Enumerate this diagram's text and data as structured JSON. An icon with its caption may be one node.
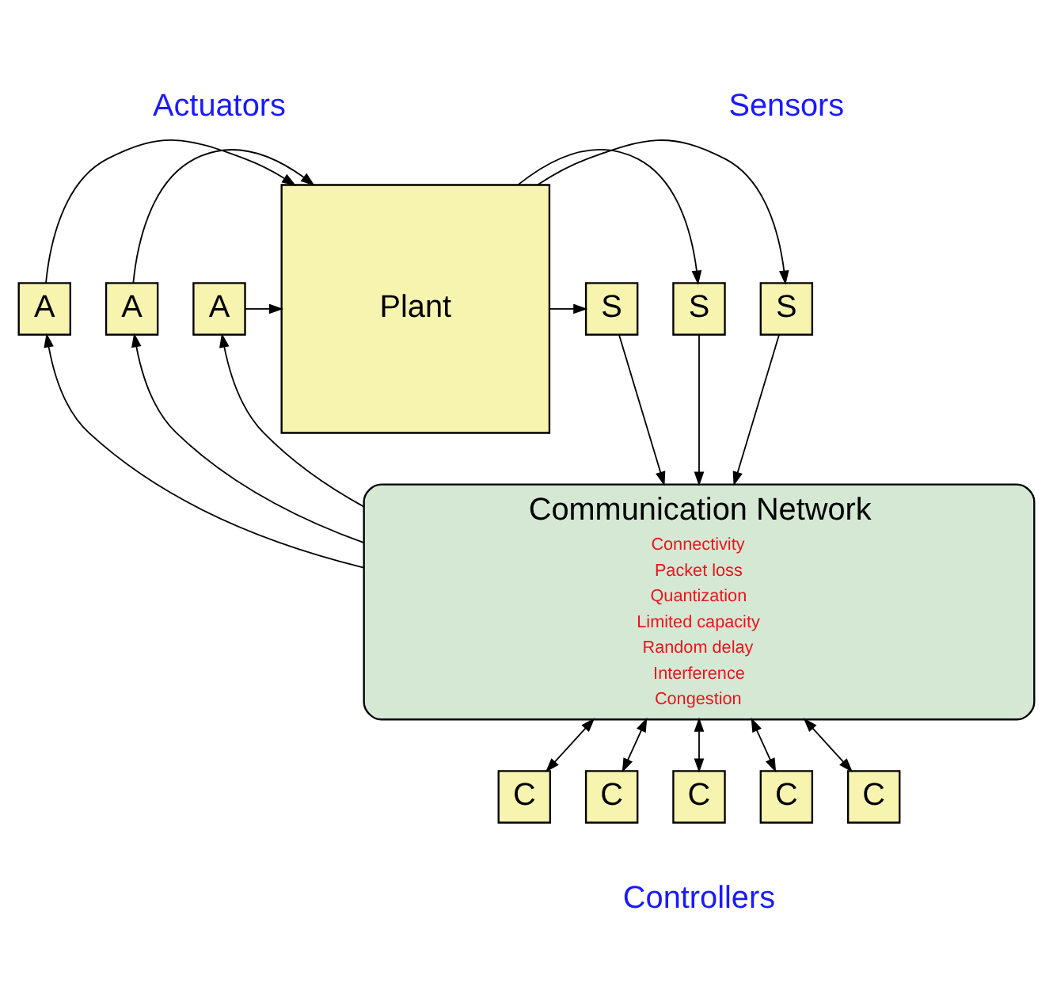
{
  "diagram": {
    "nodes": [
      {
        "text": [
          "A"
        ]
      },
      {
        "text": [
          "A"
        ]
      },
      {
        "text": [
          "A"
        ]
      },
      {
        "text": [
          "Plant"
        ]
      },
      {
        "text": [
          "S"
        ]
      },
      {
        "text": [
          "S"
        ]
      },
      {
        "text": [
          "S"
        ]
      },
      {
        "text": [
          "Communication Network",
          "Connectivity",
          "Packet loss",
          "Quantization",
          "Limited capacity",
          "Random delay",
          "Interference",
          "Congestion"
        ]
      },
      {
        "text": [
          "C"
        ]
      },
      {
        "text": [
          "C"
        ]
      },
      {
        "text": [
          "C"
        ]
      },
      {
        "text": [
          "C"
        ]
      },
      {
        "text": [
          "C"
        ]
      }
    ],
    "edges": [
      {
        "from": 7,
        "to": 0,
        "arrow": "to"
      },
      {
        "from": 7,
        "to": 1,
        "arrow": "to"
      },
      {
        "from": 7,
        "to": 2,
        "arrow": "to"
      },
      {
        "from": 0,
        "to": 3,
        "arrow": "to"
      },
      {
        "from": 1,
        "to": 3,
        "arrow": "to"
      },
      {
        "from": 2,
        "to": 3,
        "arrow": "to"
      },
      {
        "from": 3,
        "to": 4,
        "arrow": "to"
      },
      {
        "from": 3,
        "to": 5,
        "arrow": "to"
      },
      {
        "from": 3,
        "to": 6,
        "arrow": "to"
      },
      {
        "from": 6,
        "to": 7,
        "arrow": "to"
      },
      {
        "from": 5,
        "to": 7,
        "arrow": "to"
      },
      {
        "from": 4,
        "to": 7,
        "arrow": "to"
      },
      {
        "from": 7,
        "to": 8,
        "arrow": "both"
      },
      {
        "from": 7,
        "to": 9,
        "arrow": "both"
      },
      {
        "from": 7,
        "to": 10,
        "arrow": "both"
      },
      {
        "from": 7,
        "to": 11,
        "arrow": "both"
      },
      {
        "from": 7,
        "to": 12,
        "arrow": "both"
      }
    ],
    "labels": [
      "Actuators",
      "Sensors",
      "Controllers"
    ]
  }
}
